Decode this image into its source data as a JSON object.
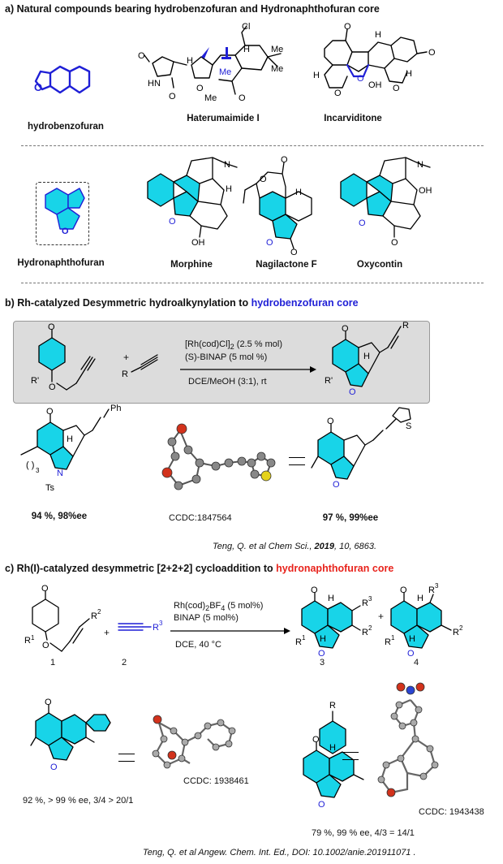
{
  "section_a": {
    "title": "a) Natural compounds bearing hydrobenzofuran and Hydronaphthofuran core",
    "row1_labels": [
      "hydrobenzofuran",
      "Haterumaimide I",
      "Incarviditone"
    ],
    "row2_labels": [
      "Hydronaphthofuran",
      "Morphine",
      "Nagilactone F",
      "Oxycontin"
    ]
  },
  "section_b": {
    "title_prefix": "b)  Rh-catalyzed Desymmetric  hydroalkynylation to ",
    "title_highlight": "hydrobenzofuran core",
    "cond_line1": "[Rh(cod)Cl]",
    "cond_line1_sub": "2",
    "cond_line1_rest": " (2.5 % mol)",
    "cond_line2": "(S)-BINAP (5 mol %)",
    "cond_line3": "DCE/MeOH (3:1), rt",
    "plus": "+",
    "product1_yield": "94 %, 98%ee",
    "ccdc": "CCDC:1847564",
    "product2_yield": "97 %, 99%ee",
    "citation_prefix": "Teng, Q. et al Chem Sci., ",
    "citation_year": "2019",
    "citation_suffix": ", 10, 6863."
  },
  "section_c": {
    "title_prefix": "c)  Rh(I)-catalyzed desymmetric [2+2+2] cycloaddition to ",
    "title_highlight": "hydronaphthofuran core",
    "cond_line1": "Rh(cod)",
    "cond_line1_sub": "2",
    "cond_line1_rest": "BF",
    "cond_line1_sub2": "4",
    "cond_line1_tail": "  (5 mol%)",
    "cond_line2": "BINAP (5 mol%)",
    "cond_line3": "DCE, 40 °C",
    "compound_numbers": [
      "1",
      "2",
      "3",
      "4"
    ],
    "plus": "+",
    "product_left_yield": "92 %, > 99 % ee, 3/4 > 20/1",
    "ccdc_left": "CCDC: 1938461",
    "ccdc_right": "CCDC: 1943438",
    "product_right_yield": "79 %, 99 % ee, 4/3 = 14/1",
    "citation": "Teng, Q. et al Angew. Chem. Int. Ed., DOI: 10.1002/anie.201911071 ."
  },
  "colors": {
    "blue": "#1f1fd6",
    "red": "#e8231c",
    "cyan_fill": "#18d4e8",
    "box_gray": "#dcdcdc"
  }
}
